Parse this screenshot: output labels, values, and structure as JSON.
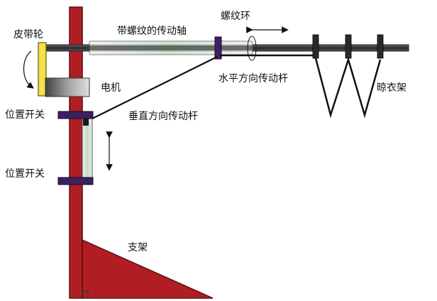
{
  "labels": {
    "belt_wheel": "皮带轮",
    "threaded_shaft": "带螺纹的传动轴",
    "thread_ring": "螺纹环",
    "motor": "电机",
    "horizontal_rod": "水平方向传动杆",
    "drying_rack": "晾衣架",
    "vertical_rod": "垂直方向传动杆",
    "position_switch_top": "位置开关",
    "position_switch_bottom": "位置开关",
    "support": "支架"
  },
  "colors": {
    "support_red": "#b01e24",
    "support_outline": "#5a0d0f",
    "shaft_dark": "#333333",
    "wheel_yellow": "#f1e14a",
    "switch_purple": "#3c2060",
    "motor_gray": "#8a8a8a",
    "tube_glass": "#d5e4d5",
    "line_black": "#111111"
  },
  "icons": {
    "rotation_wheel": "curved-rotation-arrow",
    "rotation_ring": "curved-rotation-arrow",
    "ring_motion": "double-horizontal-arrow",
    "vertical_motion": "double-vertical-arrow"
  }
}
